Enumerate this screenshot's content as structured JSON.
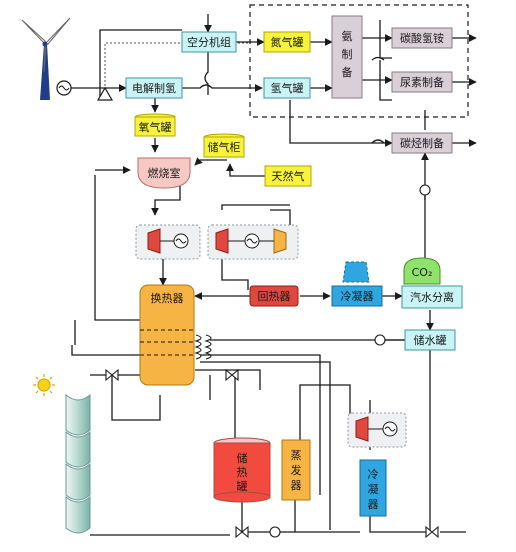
{
  "colors": {
    "line": "#1a1a1a",
    "cyan_box": "#c9f3f4",
    "cyan_border": "#3a9aa0",
    "yellow_box": "#f7f33b",
    "grey_box": "#d9cfd6",
    "red_box": "#e0483f",
    "orange_box": "#f5b443",
    "blue_box": "#2fa6e0",
    "green_box": "#8fe26a",
    "pink_box": "#f6c9c4",
    "sun": "#f7d21c",
    "tank_top": "#f3c7c5",
    "tank_body": "#f24a3e"
  },
  "icons": {
    "wind_turbine": "wind-turbine-icon",
    "sun": "sun-icon",
    "solar_trough": "solar-collector-icon",
    "generator": "generator-icon",
    "turbine": "turbine-icon",
    "compressor": "compressor-icon",
    "valve": "valve-icon",
    "pump": "pump-icon"
  },
  "nodes": {
    "air_separation": "空分机组",
    "nitrogen_tank": "氮气罐",
    "ammonia_synthesis": "氨\n制\n备",
    "ammonium_bicarbonate": "碳酸氢铵",
    "urea": "尿素制备",
    "electrolysis": "电解制氢",
    "hydrogen_tank": "氢气罐",
    "hydrocarbon": "碳烃制备",
    "oxygen_tank": "氧气罐",
    "gas_holder": "储气柜",
    "natural_gas": "天然气",
    "combustion": "燃烧室",
    "heat_exchanger": "换热器",
    "recuperator": "回热器",
    "condenser_top": "冷凝器",
    "co2_label": "CO₂",
    "water_separation": "汽水分离",
    "water_tank": "储水罐",
    "heat_storage": "储\n热\n罐",
    "evaporator": "蒸\n发\n器",
    "condenser_bottom": "冷\n凝\n器"
  }
}
